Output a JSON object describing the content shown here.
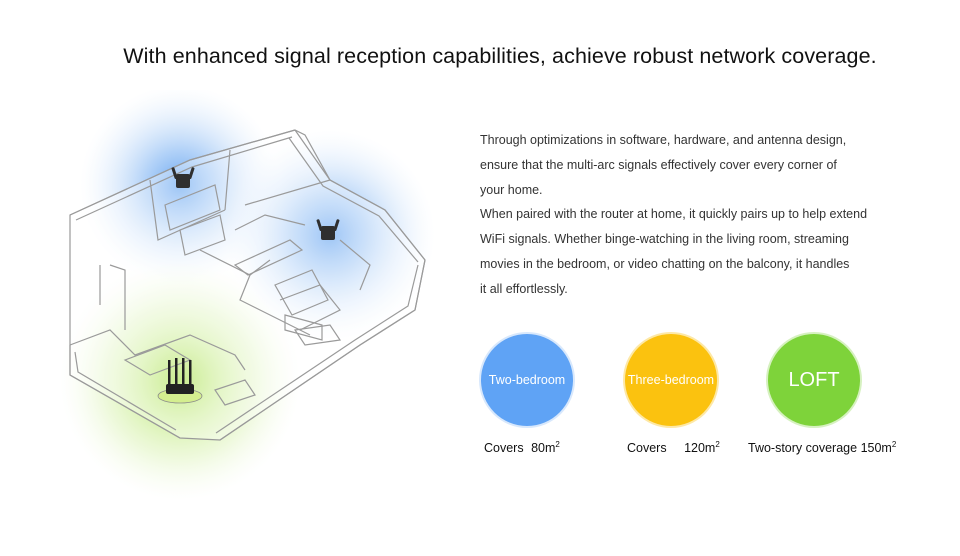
{
  "headline": "With enhanced signal reception capabilities, achieve robust network coverage.",
  "description": {
    "lines": [
      "Through optimizations in software, hardware, and antenna design,",
      "ensure that the multi-arc signals effectively cover every corner of",
      "your home.",
      "When paired with the router at home, it quickly pairs up to help extend",
      "WiFi signals. Whether binge-watching in the living room, streaming",
      "movies in the bedroom, or video chatting on the balcony, it handles",
      "it all effortlessly."
    ]
  },
  "plans": [
    {
      "label": "Two-bedroom",
      "coverage_prefix": "Covers",
      "coverage_value": "80m",
      "unit_sup": "2",
      "color": "#5fa3f5"
    },
    {
      "label": "Three-bedroom",
      "coverage_prefix": "Covers",
      "coverage_value": "120m",
      "unit_sup": "2",
      "color": "#fbc20f"
    },
    {
      "label": "LOFT",
      "coverage_prefix": "Two-story coverage",
      "coverage_value": "150m",
      "unit_sup": "2",
      "color": "#7ed33a"
    }
  ],
  "icons": {
    "router": "router-icon",
    "extender": "wifi-extender-icon"
  },
  "colors": {
    "blue_signal": "#5fa3f5",
    "green_signal": "#7ed33a"
  }
}
